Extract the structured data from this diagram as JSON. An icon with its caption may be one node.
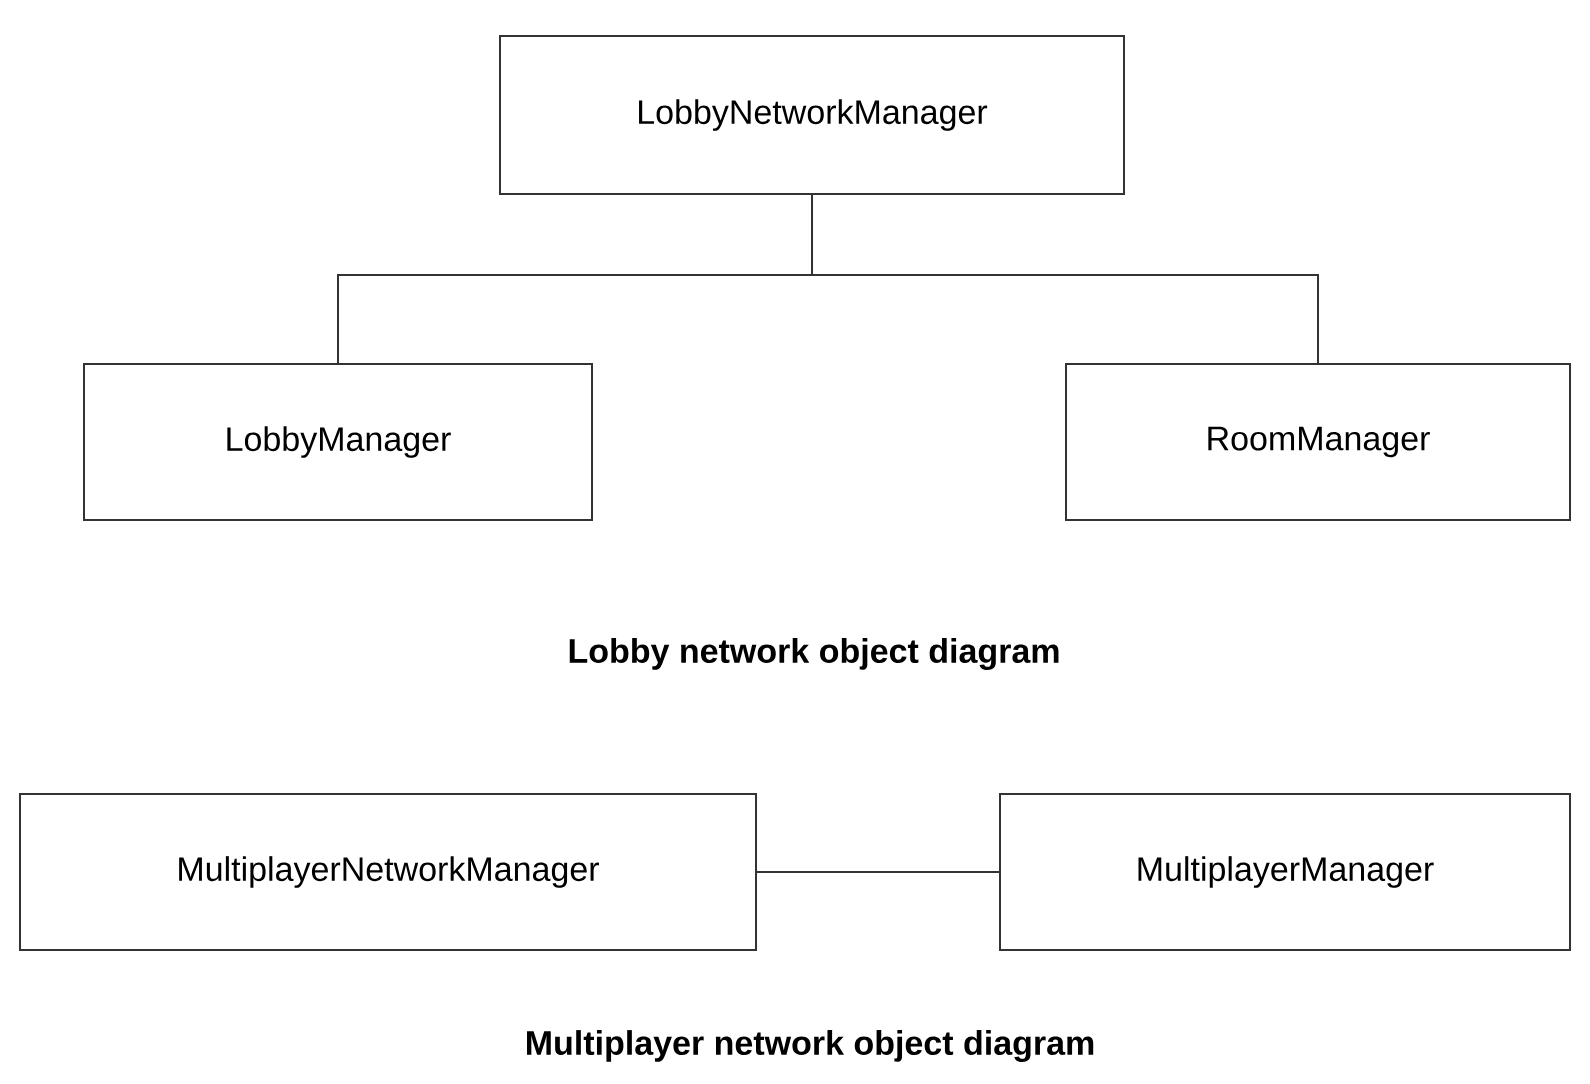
{
  "diagram": {
    "nodes": [
      {
        "text": [
          "LobbyNetworkManager"
        ]
      },
      {
        "text": [
          "LobbyManager"
        ]
      },
      {
        "text": [
          "RoomManager"
        ]
      },
      {
        "text": [
          "MultiplayerNetworkManager"
        ]
      },
      {
        "text": [
          "MultiplayerManager"
        ]
      }
    ],
    "edges": [
      {
        "from": 0,
        "to": 1,
        "arrow": "none"
      },
      {
        "from": 0,
        "to": 2,
        "arrow": "none"
      },
      {
        "from": 3,
        "to": 4,
        "arrow": "none"
      }
    ],
    "labels": [
      "Lobby network object diagram",
      "Multiplayer network object diagram"
    ]
  }
}
